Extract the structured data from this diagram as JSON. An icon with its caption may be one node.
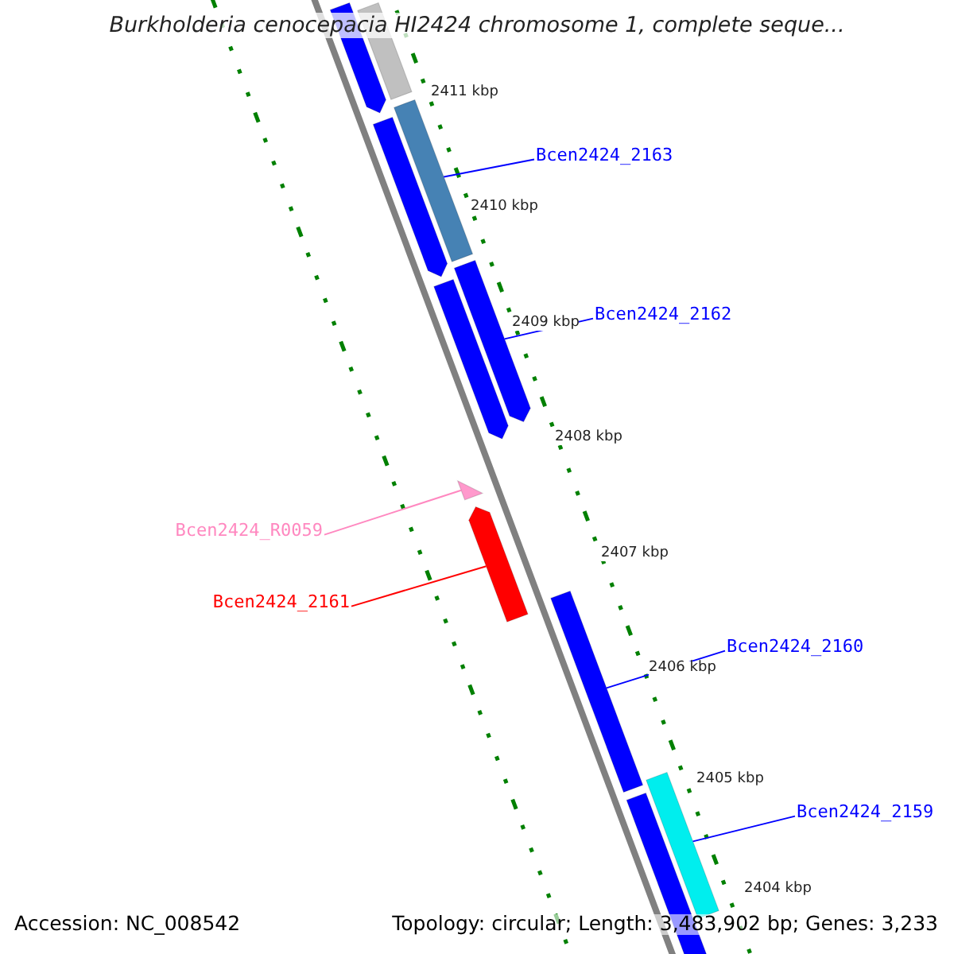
{
  "diagram": {
    "title": "Burkholderia cenocepacia HI2424 chromosome 1, complete seque...",
    "nodes": [
      {
        "text": [
          "Bcen2424_2163"
        ]
      },
      {
        "text": [],
        "shape": "bar"
      },
      {
        "text": [
          "Bcen2424_2162"
        ]
      },
      {
        "text": [],
        "shape": "bar"
      },
      {
        "text": [
          "Bcen2424_R0059"
        ]
      },
      {
        "text": [],
        "shape": "triangle"
      },
      {
        "text": [
          "Bcen2424_2161"
        ]
      },
      {
        "text": [],
        "shape": "bar"
      },
      {
        "text": [
          "Bcen2424_2160"
        ]
      },
      {
        "text": [],
        "shape": "bar"
      },
      {
        "text": [
          "Bcen2424_2159"
        ]
      },
      {
        "text": [],
        "shape": "bar"
      },
      {
        "text": [],
        "shape": "bar"
      },
      {
        "text": [],
        "shape": "bar"
      },
      {
        "text": [],
        "shape": "bar"
      },
      {
        "text": [],
        "shape": "bar"
      },
      {
        "text": [],
        "shape": "bar"
      }
    ],
    "edges": [
      {
        "from": 0,
        "to": 1,
        "arrow": "none"
      },
      {
        "from": 2,
        "to": 3,
        "arrow": "none"
      },
      {
        "from": 4,
        "to": 5,
        "arrow": "none",
        "color": "#ff88c0"
      },
      {
        "from": 6,
        "to": 7,
        "arrow": "none",
        "color": "#ff0000"
      },
      {
        "from": 8,
        "to": 9,
        "arrow": "none"
      },
      {
        "from": 10,
        "to": 11,
        "arrow": "none"
      }
    ],
    "labels": [
      "2411 kbp",
      "2410 kbp",
      "2409 kbp",
      "2408 kbp",
      "2407 kbp",
      "2406 kbp",
      "2405 kbp",
      "2404 kbp",
      "Accession: NC_008542",
      "Topology: circular; Length: 3,483,902 bp; Genes: 3,233"
    ]
  }
}
